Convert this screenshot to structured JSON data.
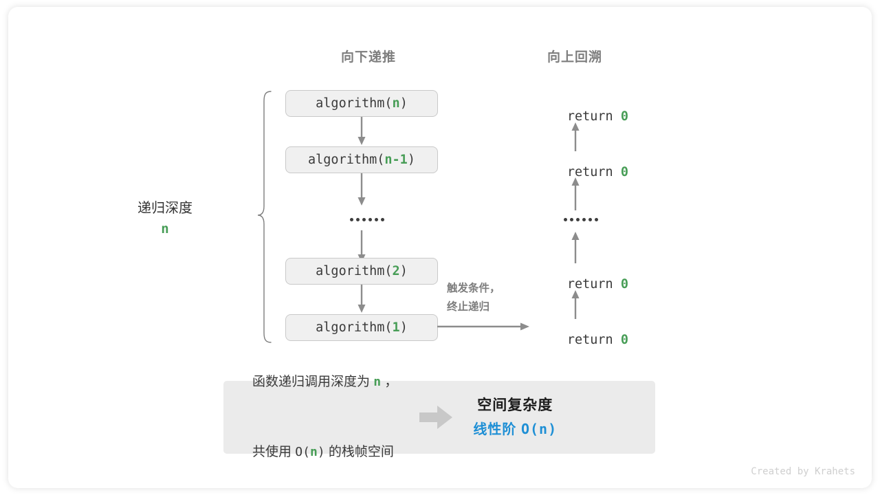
{
  "diagram": {
    "title": "recursion-space-complexity",
    "columns": {
      "left_header": "向下递推",
      "right_header": "向上回溯"
    },
    "depth_bracket": {
      "label": "递归深度",
      "value": "n"
    },
    "call_stack": [
      {
        "prefix": "algorithm(",
        "arg": "n",
        "suffix": ")"
      },
      {
        "prefix": "algorithm(",
        "arg": "n-1",
        "suffix": ")"
      },
      {
        "ellipsis": "••••••"
      },
      {
        "prefix": "algorithm(",
        "arg": "2",
        "suffix": ")"
      },
      {
        "prefix": "algorithm(",
        "arg": "1",
        "suffix": ")"
      }
    ],
    "returns": [
      {
        "text": "return ",
        "value": "0"
      },
      {
        "text": "return ",
        "value": "0"
      },
      {
        "ellipsis": "••••••"
      },
      {
        "text": "return ",
        "value": "0"
      },
      {
        "text": "return ",
        "value": "0"
      }
    ],
    "trigger_note": {
      "line1": "触发条件，",
      "line2": "终止递归"
    },
    "summary": {
      "left_line1_a": "函数递归调用深度为 ",
      "left_line1_n": "n",
      "left_line1_b": " ，",
      "left_line2_a": "共使用 ",
      "left_line2_o": "O(",
      "left_line2_n": "n",
      "left_line2_c": ")",
      "left_line2_b": " 的栈帧空间",
      "right_title": "空间复杂度",
      "right_value_label": "线性阶 ",
      "right_value_mono": "O(n)"
    },
    "credit": "Created by Krahets",
    "colors": {
      "accent_green": "#479d56",
      "accent_blue": "#1e8fd5",
      "text_dark": "#3a3a3a",
      "text_gray": "#7e7e7e",
      "box_fill": "#f0f0f0",
      "box_border": "#c9c9c9",
      "panel_fill": "#ebebeb",
      "arrow_gray": "#8c8c8c"
    }
  }
}
